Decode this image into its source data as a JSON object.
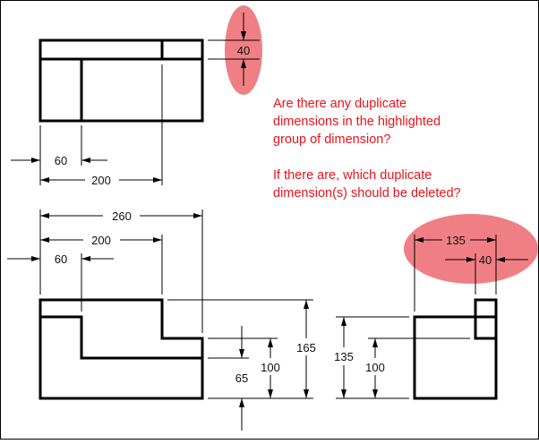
{
  "question": {
    "lines": [
      "Are there any duplicate",
      "dimensions in the highlighted",
      "group of dimension?",
      "If there are, which duplicate",
      "dimension(s) should be deleted?"
    ]
  },
  "top_view": {
    "dims": {
      "height": "40",
      "offset": "60",
      "width": "200"
    }
  },
  "front_view": {
    "dims": {
      "overall_width": "260",
      "width_200": "200",
      "width_60": "60",
      "height_165": "165",
      "height_100": "100",
      "height_65": "65"
    }
  },
  "side_view": {
    "dims": {
      "width_135": "135",
      "width_40": "40",
      "height_135": "135",
      "height_100": "100"
    }
  },
  "colors": {
    "highlight": "#f07f85",
    "question_text": "#e8131b",
    "lines": "#000000"
  }
}
